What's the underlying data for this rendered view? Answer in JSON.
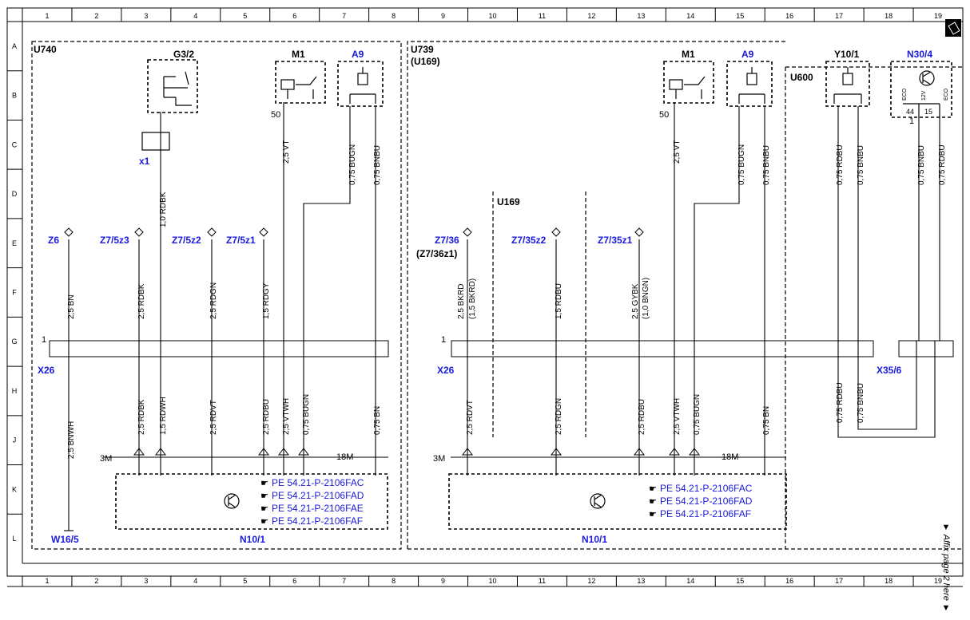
{
  "grid": {
    "columns": [
      "1",
      "2",
      "3",
      "4",
      "5",
      "6",
      "7",
      "8",
      "9",
      "10",
      "11",
      "12",
      "13",
      "14",
      "15",
      "16",
      "17",
      "18",
      "19"
    ],
    "rows": [
      "A",
      "B",
      "C",
      "D",
      "E",
      "F",
      "G",
      "H",
      "J",
      "K",
      "L"
    ]
  },
  "frame_labels": {
    "u740": "U740",
    "u739": "U739",
    "u169_paren": "(U169)",
    "u169": "U169",
    "u600": "U600"
  },
  "components": {
    "g3_2": "G3/2",
    "m1": "M1",
    "a9": "A9",
    "y10_1": "Y10/1",
    "n30_4": "N30/4",
    "x1": "x1",
    "x26": "X26",
    "x35_6": "X35/6",
    "w16_5": "W16/5",
    "n10_1": "N10/1",
    "z6": "Z6",
    "z7_5z3": "Z7/5z3",
    "z7_5z2": "Z7/5z2",
    "z7_5z1": "Z7/5z1",
    "z7_36": "Z7/36",
    "z7_36z1": "(Z7/36z1)",
    "z7_35z2": "Z7/35z2",
    "z7_35z1": "Z7/35z1",
    "pin50": "50",
    "m3": "3M",
    "m18": "18M",
    "pin1": "1",
    "eco": "ECO",
    "v12": "12V",
    "pin44": "44",
    "pin15": "15"
  },
  "wires": {
    "w_2_5_vt": "2,5 VT",
    "w_075_bugn": "0,75 BUGN",
    "w_075_bnbu": "0,75 BNBU",
    "w_1_0_rdbk": "1,0 RDBK",
    "w_2_5_bn": "2,5 BN",
    "w_2_5_rdbk": "2,5 RDBK",
    "w_2_5_rdgn": "2,5 RDGN",
    "w_1_5_rdgy": "1,5 RDGY",
    "w_2_5_bnwh": "2,5 BNWH",
    "w_1_5_rdwh": "1,5 RDWH",
    "w_2_5_rdvt": "2,5 RDVT",
    "w_2_5_rdbu": "2,5 RDBU",
    "w_2_5_vtwh": "2,5 VTWH",
    "w_075_bn": "0,75 BN",
    "w_2_5_bkrd": "2,5 BKRD",
    "w_1_5_bkrd": "(1,5 BKRD)",
    "w_1_5_rdbu": "1,5 RDBU",
    "w_2_5_gybk": "2,5 GYBK",
    "w_1_0_bngn": "(1,0 BNGN)",
    "w_075_rdbu": "0,75 RDBU"
  },
  "references": {
    "left": [
      "PE 54.21-P-2106FAC",
      "PE 54.21-P-2106FAD",
      "PE 54.21-P-2106FAE",
      "PE 54.21-P-2106FAF"
    ],
    "right": [
      "PE 54.21-P-2106FAC",
      "PE 54.21-P-2106FAD",
      "PE 54.21-P-2106FAF"
    ]
  },
  "affix_note": "▼ Affix page 2 here ▼",
  "colors": {
    "line": "#000000",
    "component_label": "#1a1adc",
    "reference": "#1a1adc"
  }
}
